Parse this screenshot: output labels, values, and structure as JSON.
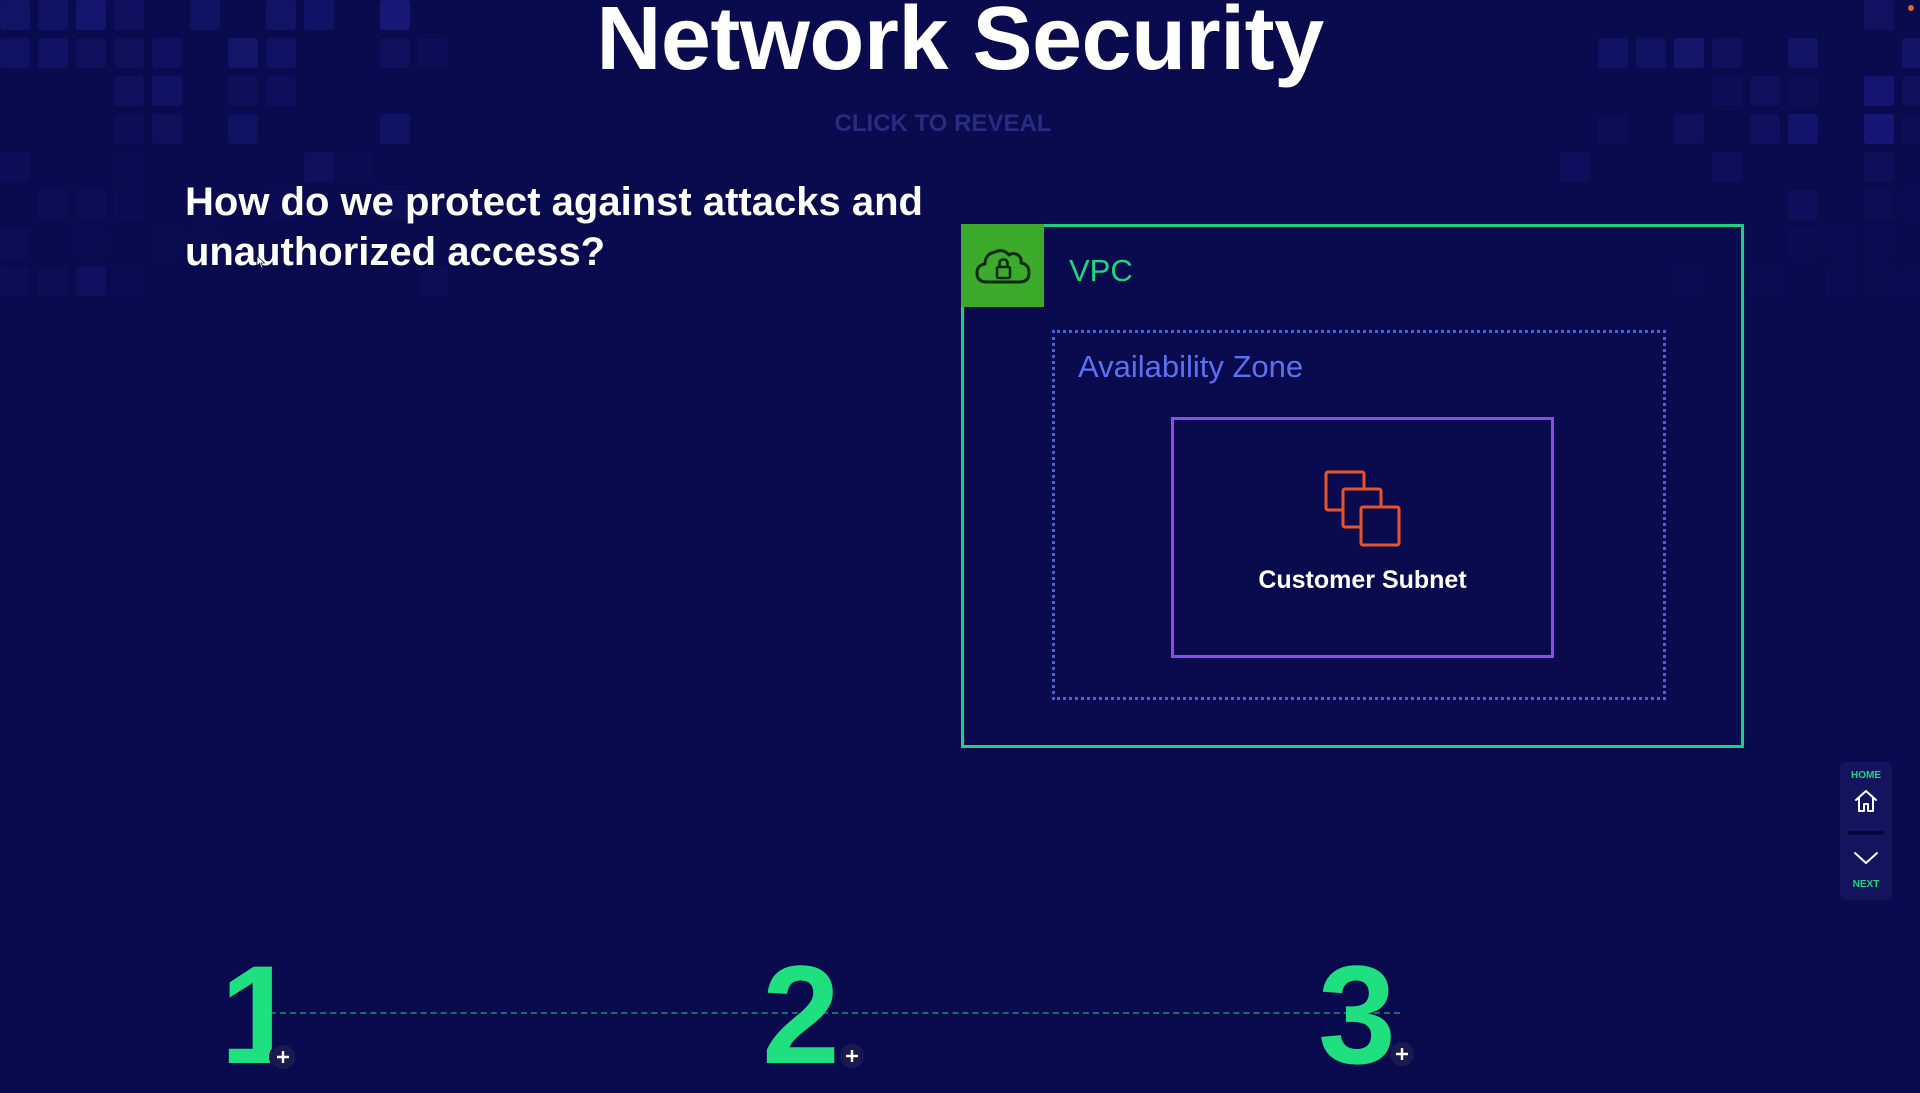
{
  "page": {
    "title": "Network Security",
    "reveal_prompt": "CLICK TO REVEAL",
    "question": "How do we protect against attacks and unauthorized access?"
  },
  "diagram": {
    "vpc_label": "VPC",
    "vpc_icon": "cloud-lock-icon",
    "availability_zone_label": "Availability Zone",
    "subnet_label": "Customer Subnet",
    "subnet_icon": "overlapping-squares-icon"
  },
  "nav": {
    "home_label": "HOME",
    "next_label": "NEXT",
    "home_icon": "home-icon",
    "next_icon": "chevron-down-icon"
  },
  "steps": [
    {
      "number": "1"
    },
    {
      "number": "2"
    },
    {
      "number": "3"
    }
  ],
  "colors": {
    "background": "#0a0a4e",
    "accent_green": "#1fe07e",
    "vpc_border": "#1fd07a",
    "vpc_badge": "#3cab2c",
    "az_blue": "#5a72f2",
    "subnet_purple": "#8b4be8",
    "subnet_icon_orange": "#e8542a"
  }
}
